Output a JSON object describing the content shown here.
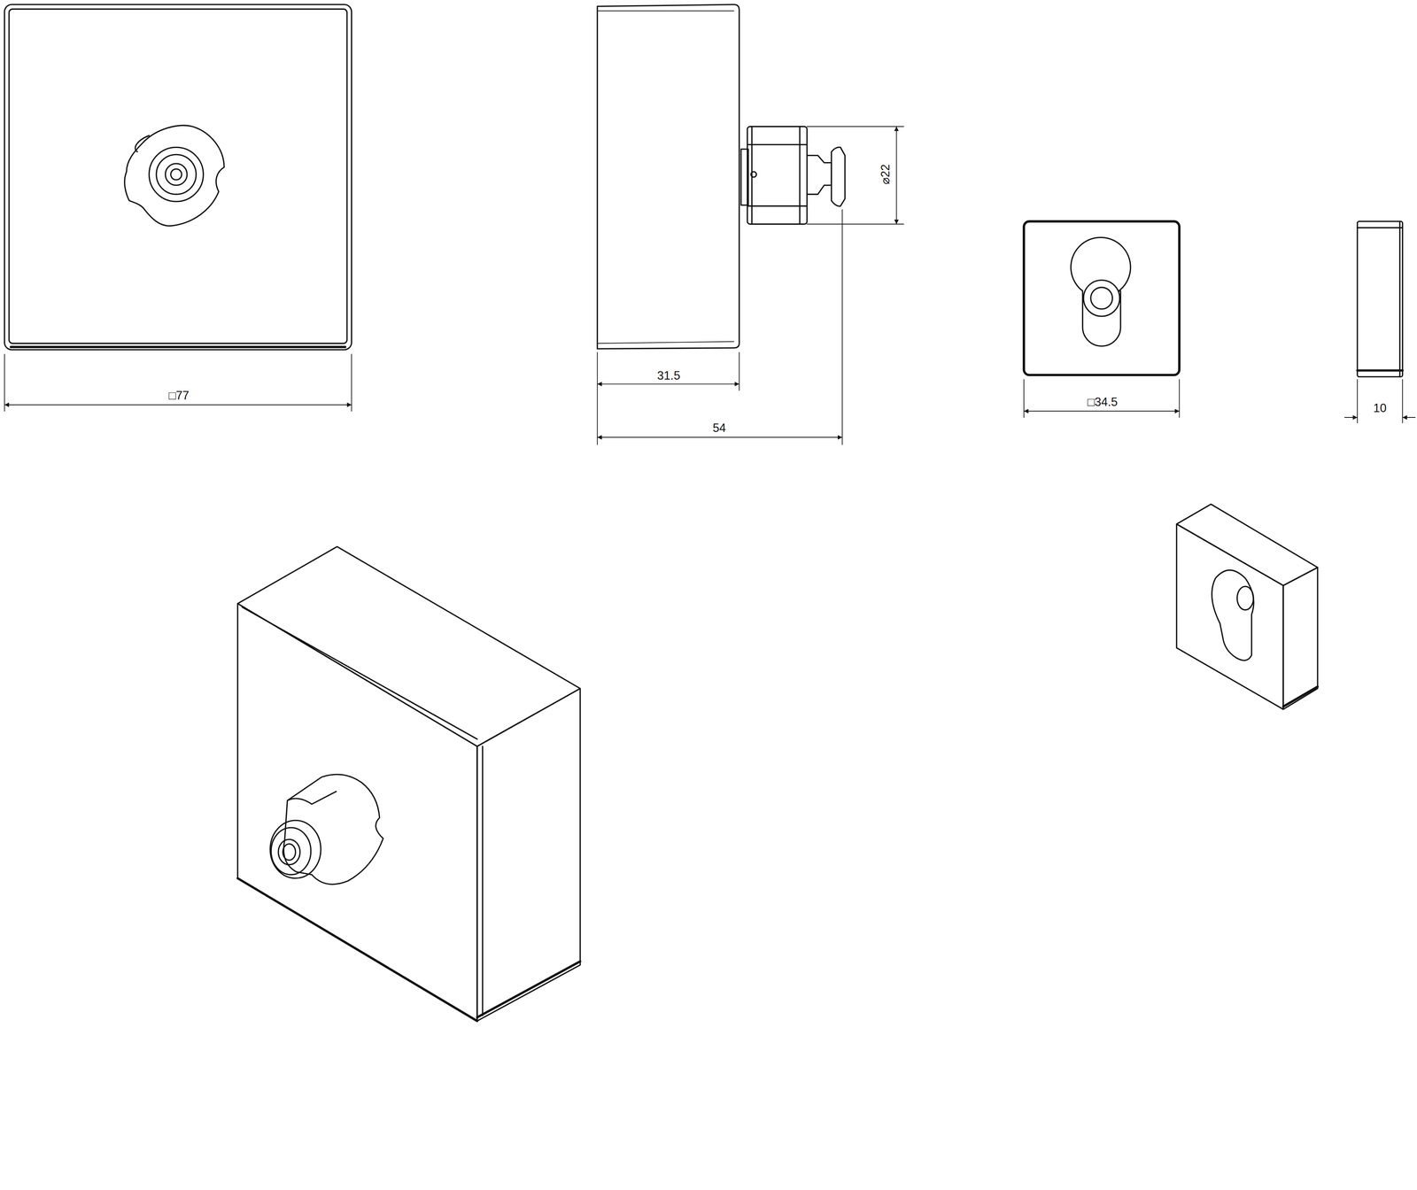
{
  "diagram": {
    "labels": [
      "□77",
      "31.5",
      "54",
      "⌀22",
      "□34.5",
      "10"
    ]
  }
}
